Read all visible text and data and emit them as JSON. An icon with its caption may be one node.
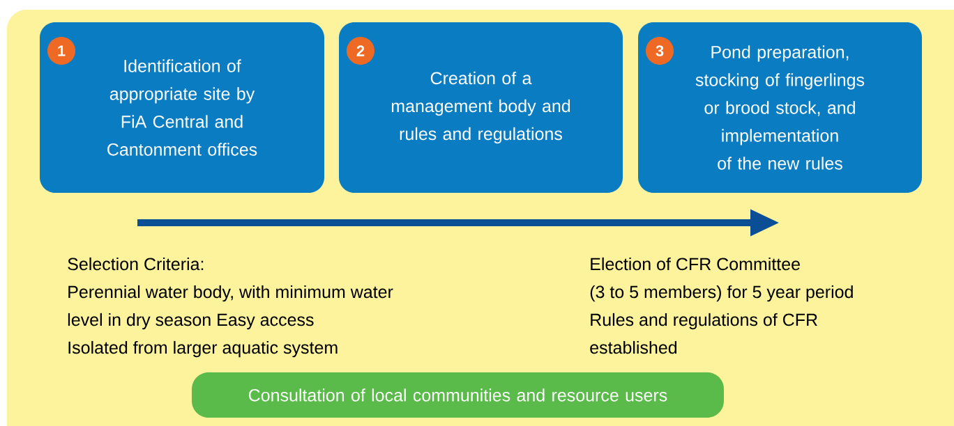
{
  "diagram": {
    "nodes": [
      {
        "text": [
          "1",
          "Identification of appropriate site by FiA Central and Cantonment offices"
        ]
      },
      {
        "text": [
          "2",
          "Creation of a management body and rules and regulations"
        ]
      },
      {
        "text": [
          "3",
          "Pond preparation, stocking of fingerlings or brood stock, and implementation of the new rules"
        ]
      },
      {
        "text": [
          "Consultation of local communities and resource users"
        ]
      }
    ],
    "edges": [],
    "labels": [
      "Selection Criteria:",
      "Perennial water body, with minimum water",
      "level in dry season Easy access",
      "Isolated from larger aquatic system",
      "Election of CFR Committee",
      "(3 to 5 members) for 5 year period",
      "Rules and regulations of CFR",
      "established"
    ]
  }
}
